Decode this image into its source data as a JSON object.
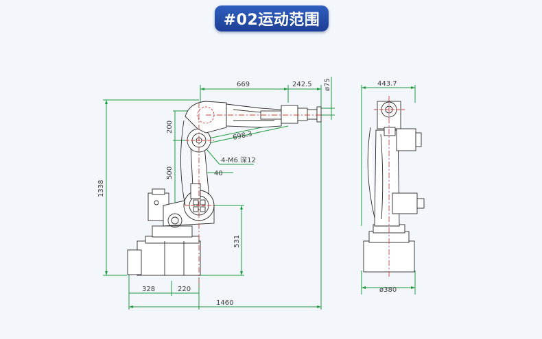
{
  "title": "#02运动范围",
  "dimensions": {
    "upper_reach": "669",
    "wrist_offset": "242.5",
    "flange_dia": "ø75",
    "link1": "200",
    "diag_reach": "698.3",
    "bolt_holes": "4-M6 深12",
    "offset40": "40",
    "link2": "500",
    "total_height": "1338",
    "base_height": "531",
    "base_left": "328",
    "base_right": "220",
    "total_width": "1460",
    "side_width": "443.7",
    "base_dia": "ø380"
  },
  "colors": {
    "dimension_lines": "#1f9a3c",
    "center_lines": "#d23a3a",
    "outline": "#2a2a2a",
    "title_bg": "#1d3f95"
  }
}
